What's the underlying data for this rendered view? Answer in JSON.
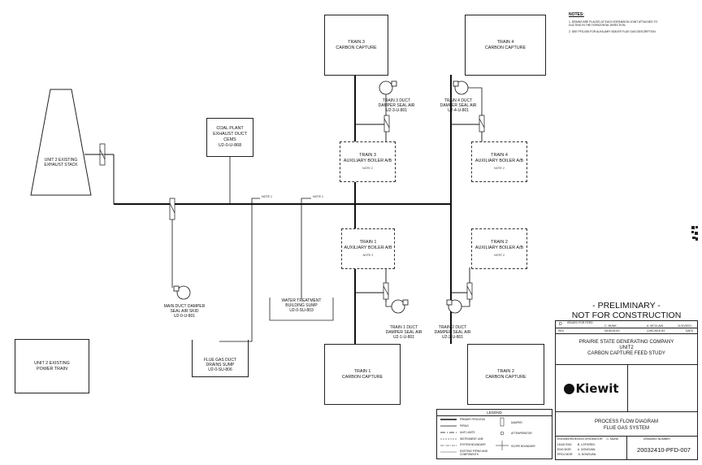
{
  "notes": {
    "title": "NOTES:",
    "items": [
      "1.  DRAINS ARE PLACED AT EACH EXPANSION JOINT ATTACHED TO DUCTING IN THE HORIZONTAL DIRECTION.",
      "2.  SEE PFD-008 FOR AUXILIARY BOILER FLUE GAS DESCRIPTION."
    ]
  },
  "equipment": {
    "train3_cc": [
      "TRAIN 3",
      "CARBON CAPTURE"
    ],
    "train4_cc": [
      "TRAIN 4",
      "CARBON CAPTURE"
    ],
    "train1_cc": [
      "TRAIN 1",
      "CARBON CAPTURE"
    ],
    "train2_cc": [
      "TRAIN 2",
      "CARBON CAPTURE"
    ],
    "train3_ab": [
      "TRAIN 3",
      "AUXILIARY BOILER A/B"
    ],
    "train4_ab": [
      "TRAIN 4",
      "AUXILIARY BOILER A/B"
    ],
    "train1_ab": [
      "TRAIN 1",
      "AUXILIARY BOILER A/B"
    ],
    "train2_ab": [
      "TRAIN 2",
      "AUXILIARY BOILER A/B"
    ],
    "ab_note": "NOTE 2",
    "cems": [
      "COAL PLANT",
      "EXHAUST DUCT",
      "CEMS",
      "U2-0-U-868"
    ],
    "stack": [
      "UNIT 2 EXISTING",
      "EXHAUST STACK"
    ],
    "power_train": [
      "UNIT 2 EXISTING",
      "POWER TRAIN"
    ],
    "water_sump": [
      "WATER TREATMENT",
      "BUILDING SUMP",
      "U2-0-SU-803"
    ],
    "drain_sump": [
      "FLUE GAS DUCT",
      "DRAINS SUMP",
      "U2-0-SU-806"
    ]
  },
  "fans": {
    "t3": [
      "TRAIN 3 DUCT",
      "DAMPER SEAL AIR",
      "U2-3-U-801"
    ],
    "t4": [
      "TRAIN 4 DUCT",
      "DAMPER SEAL AIR",
      "U2-4-U-801"
    ],
    "t1": [
      "TRAIN 1 DUCT",
      "DAMPER SEAL AIR",
      "U2-1-U-801"
    ],
    "t2": [
      "TRAIN 2 DUCT",
      "DAMPER SEAL AIR",
      "U2-2-U-801"
    ],
    "main": [
      "MAIN DUCT DAMPER",
      "SEAL AIR SKID",
      "U2-0-U-801"
    ]
  },
  "line_notes": {
    "n1a": "NOTE 1",
    "n1b": "NOTE 1"
  },
  "preliminary": [
    "- PRELIMINARY -",
    "NOT FOR CONSTRUCTION"
  ],
  "titleblock": {
    "rev": "D",
    "rev_desc": "ISSUED FOR FEED",
    "design_by": "C. MUNK",
    "checked_by": "A. MCCLAIN",
    "date": "11/10/2021",
    "h_rev": "REV",
    "h_design": "DESIGN BY",
    "h_checked": "CHECKED BY",
    "h_date": "DATE",
    "company": [
      "PRAIRIE STATE GENERATING COMPANY",
      "UNIT2",
      "CARBON CAPTURE FEED STUDY"
    ],
    "logo": "Kiewit",
    "drawing_title": [
      "PROCESS FLOW DIAGRAM",
      "FLUE GAS SYSTEM"
    ],
    "roles": [
      [
        "ENGINEER/DESIGN ORIGINATOR",
        "C. MUNK"
      ],
      [
        "LEAD ENG",
        "B. LOFGREN"
      ],
      [
        "ENG MGR",
        "A. DONOVAN"
      ],
      [
        "PROJ MGR",
        "A. DONOVAN"
      ]
    ],
    "h_drawing_number": "DRAWING NUMBER",
    "drawing_number": "20032410-PFD-007"
  },
  "legend": {
    "title": "LEGEND",
    "left": [
      "PRIMARY PROCESS",
      "PIPING",
      "UNIT LIMITS",
      "INSTRUMENT LINE",
      "SYSTEM BOUNDARY",
      "EXISTING PIPING AND COMPONENTS"
    ],
    "right": [
      "DAMPER",
      "ATTEMPERATOR",
      "SCOPE BOUNDARY"
    ]
  }
}
